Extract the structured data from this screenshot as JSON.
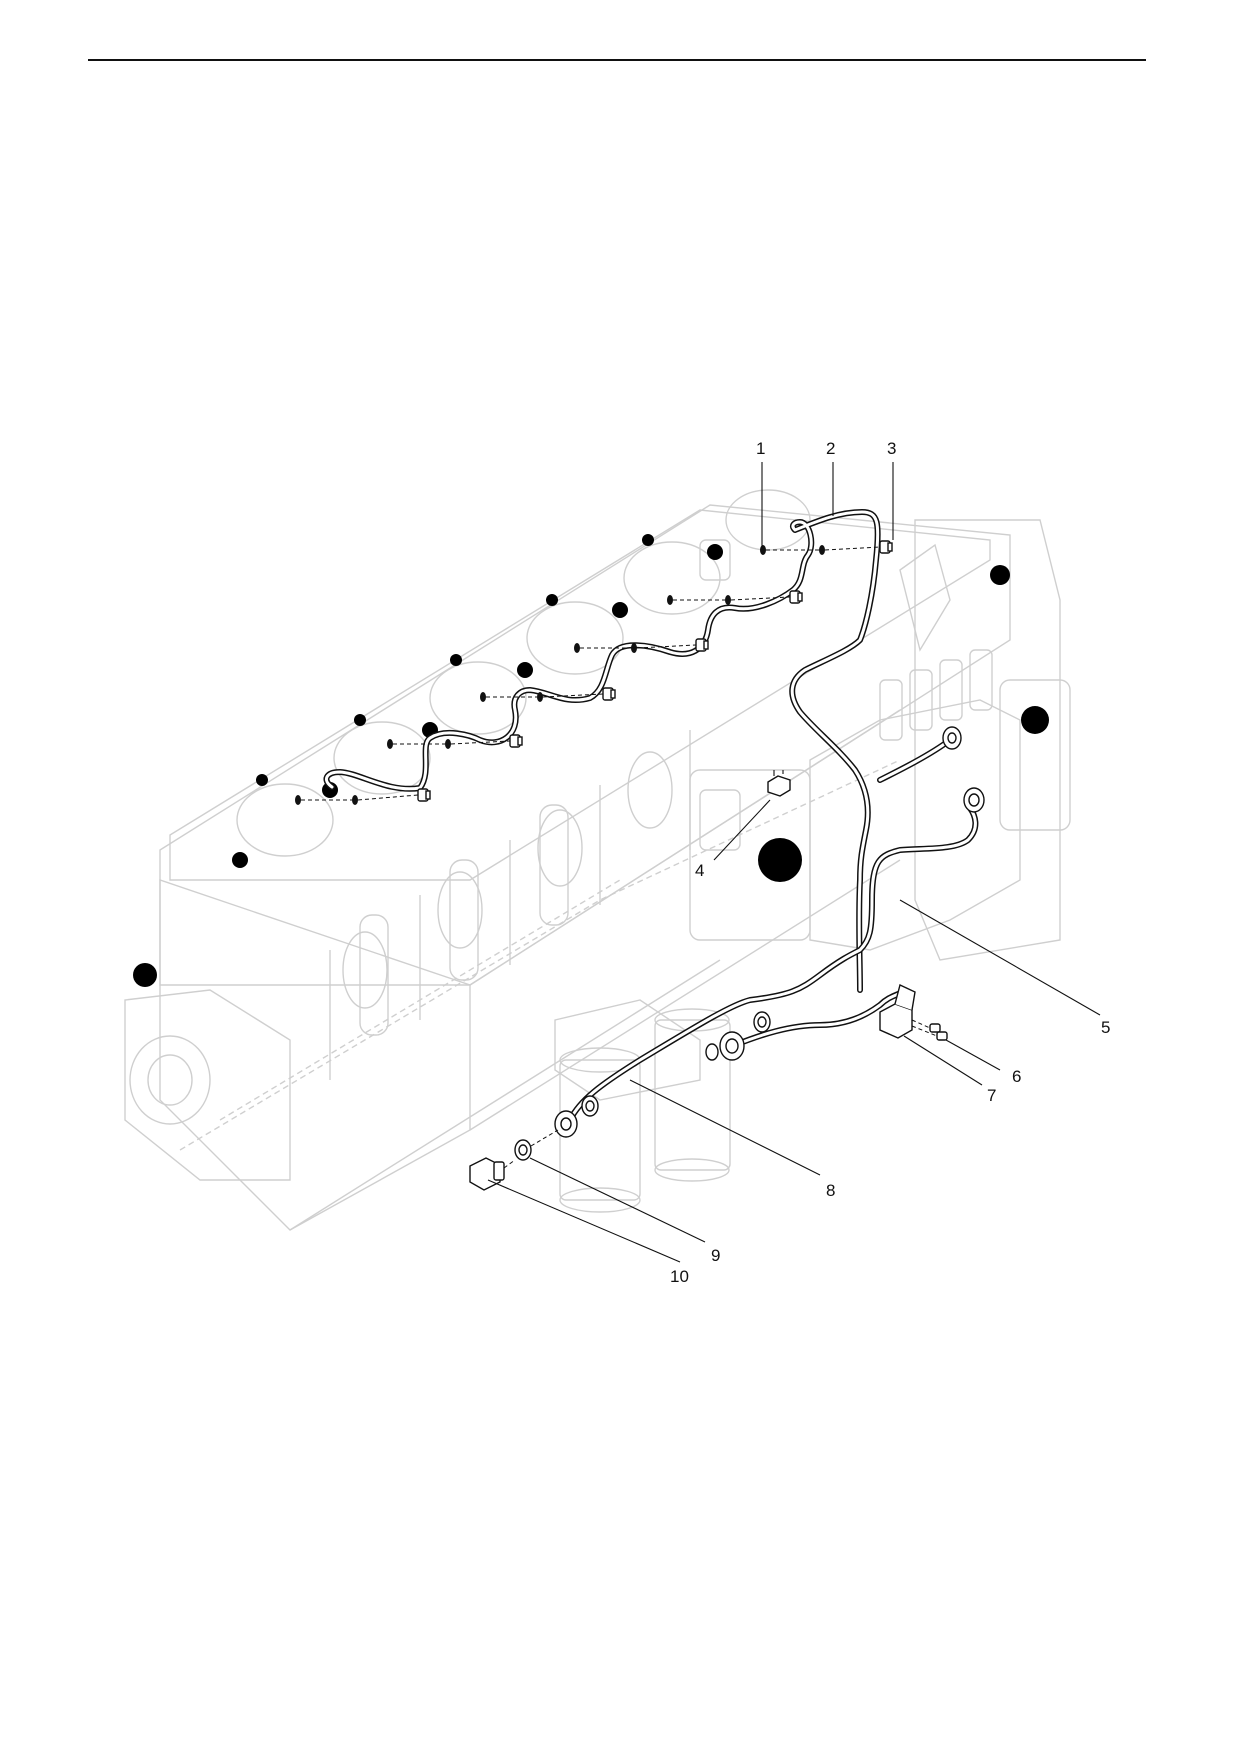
{
  "callouts": [
    {
      "label": "1"
    },
    {
      "label": "2"
    },
    {
      "label": "3"
    },
    {
      "label": "4"
    },
    {
      "label": "5"
    },
    {
      "label": "6"
    },
    {
      "label": "7"
    },
    {
      "label": "8"
    },
    {
      "label": "9"
    },
    {
      "label": "10"
    }
  ],
  "colors": {
    "line_art": "#111111",
    "ghost_engine": "#cfcfcf",
    "background": "#ffffff"
  }
}
